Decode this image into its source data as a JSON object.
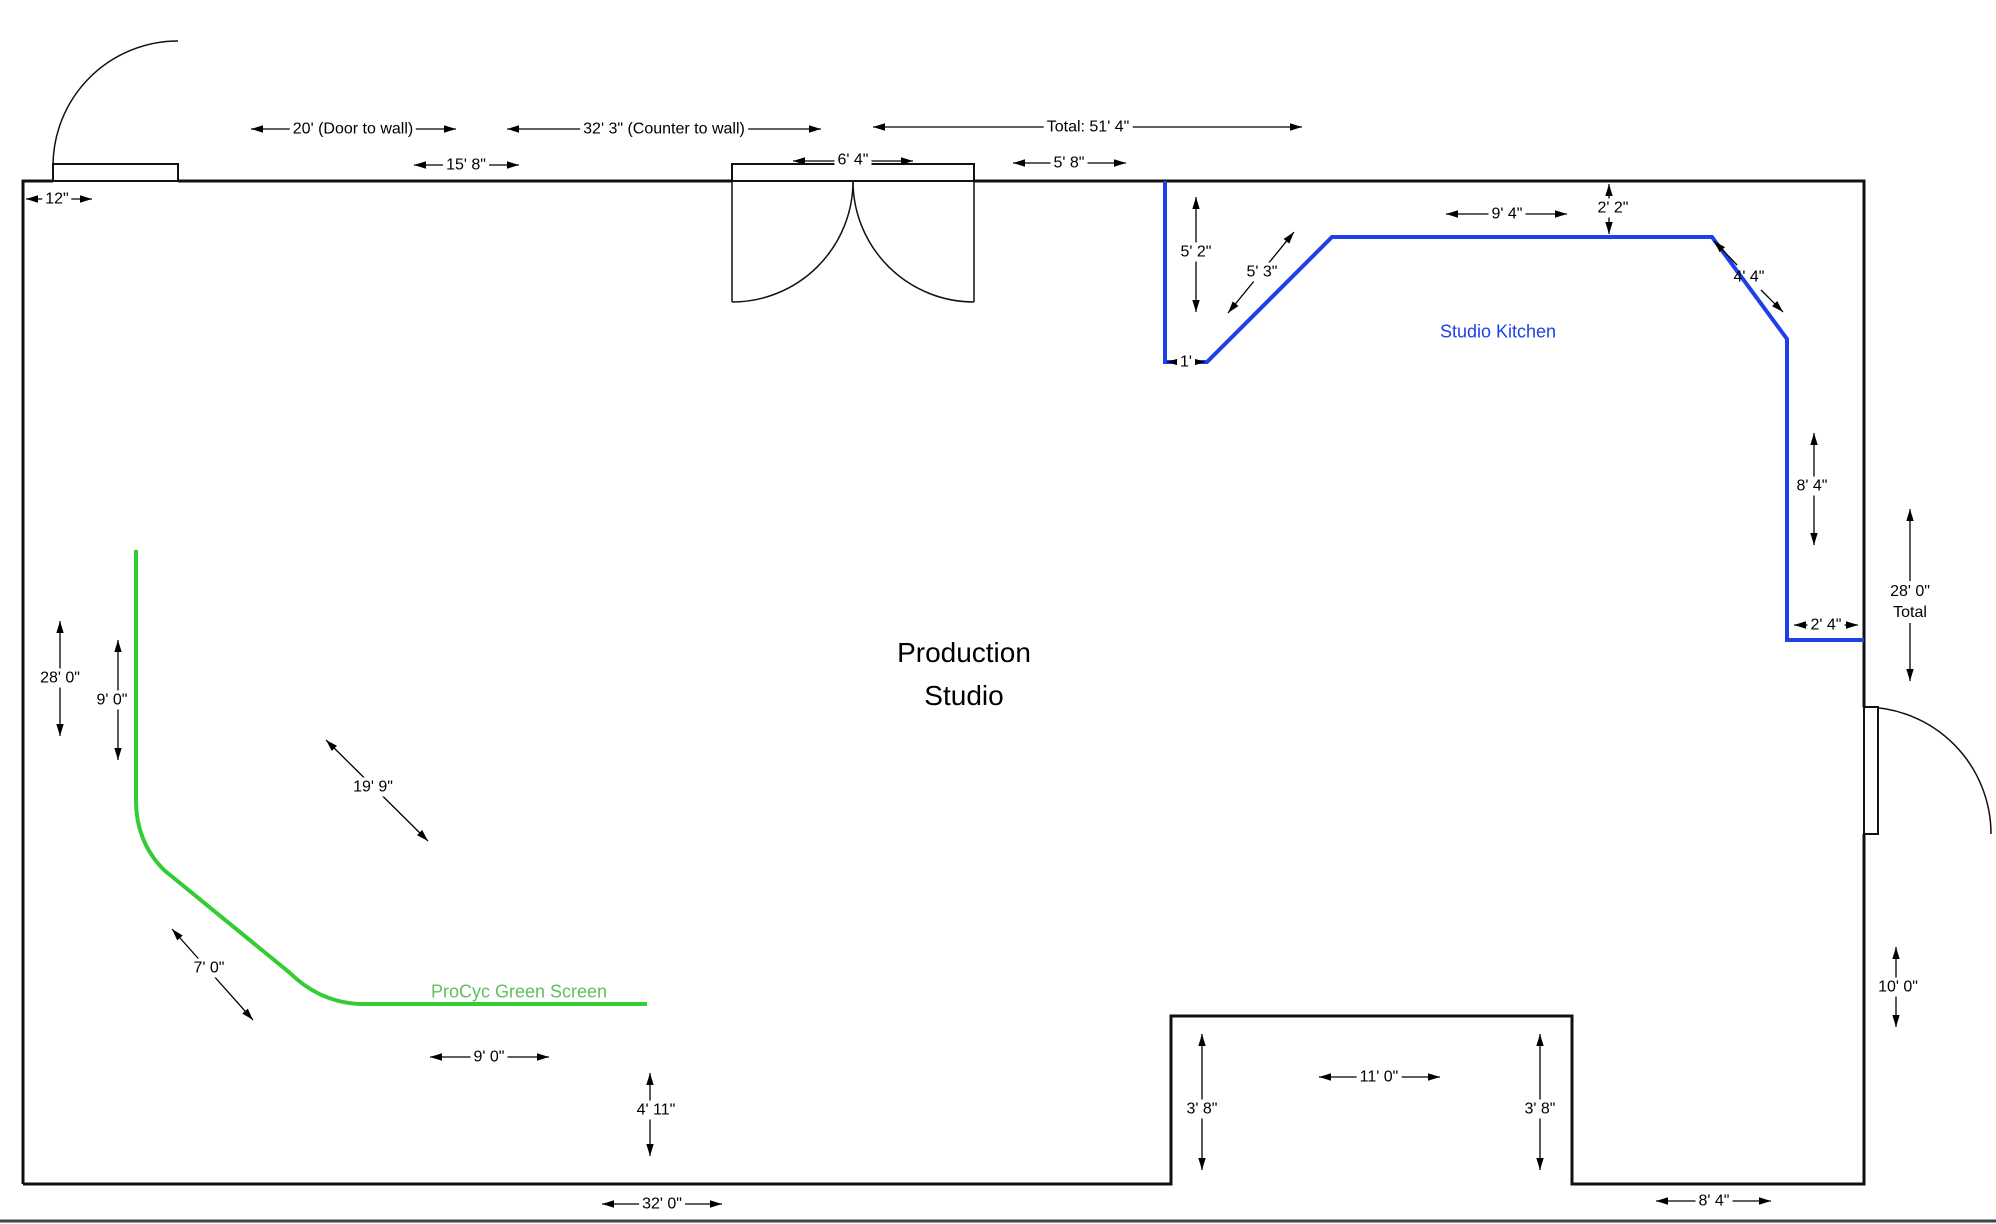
{
  "title": {
    "line1": "Production",
    "line2": "Studio"
  },
  "areas": {
    "kitchen": "Studio Kitchen",
    "green_screen": "ProCyc Green Screen"
  },
  "colors": {
    "kitchen": "#1f3fe8",
    "green_screen": "#33cc33",
    "walls": "#111111"
  },
  "dims": {
    "offset12": "12\"",
    "door_to_wall": "20' (Door to wall)",
    "fifteen8": "15' 8\"",
    "counter_to_wall": "32' 3\" (Counter to wall)",
    "six4": "6' 4\"",
    "five8": "5' 8\"",
    "total_top": "Total: 51' 4\"",
    "five2": "5' 2\"",
    "one_ft": "1'",
    "five3": "5' 3\"",
    "nine4": "9' 4\"",
    "two2": "2' 2\"",
    "four4": "4' 4\"",
    "eight4_kitchen": "8' 4\"",
    "two4": "2' 4\"",
    "right28": "28' 0\"",
    "right28_total": "Total",
    "ten0": "10' 0\"",
    "left28": "28' 0\"",
    "left9": "9' 0\"",
    "nineteen9": "19' 9\"",
    "seven0": "7' 0\"",
    "green9": "9' 0\"",
    "four11": "4' 11\"",
    "thirty2_0": "32' 0\"",
    "three8_left": "3' 8\"",
    "eleven0": "11' 0\"",
    "three8_right": "3' 8\"",
    "eight4_bottom": "8' 4\""
  }
}
